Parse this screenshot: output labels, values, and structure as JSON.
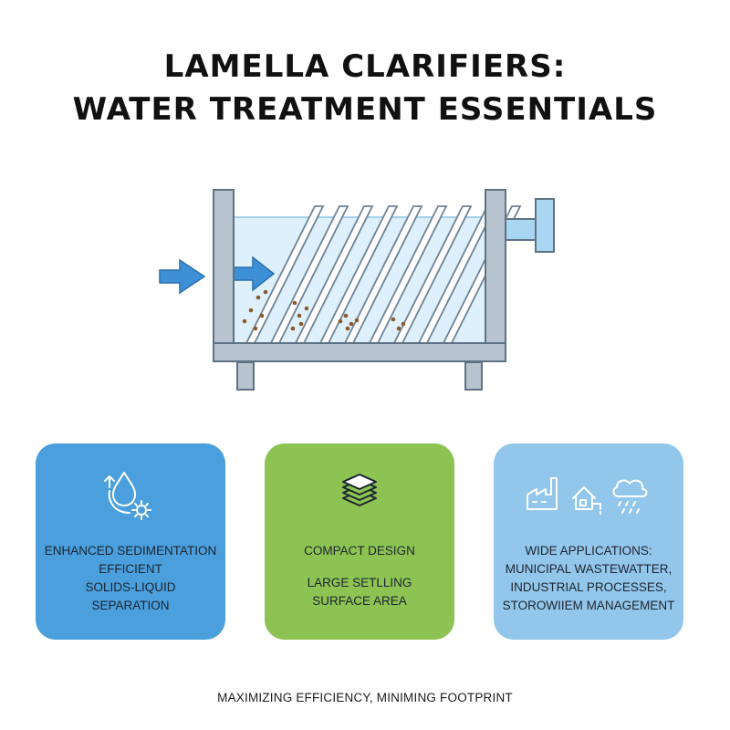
{
  "title": {
    "line1": "LAMELLA CLARIFIERS:",
    "line2": "WATER TREATMENT ESSENTIALS"
  },
  "diagram": {
    "icons": [
      "inlet-arrow-icon",
      "flow-arrow-icon",
      "inclined-plates",
      "outlet-pipe-icon",
      "settled-particles"
    ],
    "colors": {
      "tank_outline": "#8a9fb3",
      "tank_wall": "#b7c4cf",
      "water": "#ddf0fb",
      "arrow": "#3d8fd6",
      "plate": "#ffffff",
      "particle": "#8b5a2b"
    }
  },
  "cards": [
    {
      "icon": "water-drop-gear-icon",
      "color": "#4a9fdc",
      "lines": [
        "ENHANCED SEDIMENTATION",
        "EFFICIENT",
        "SOLIDS-LIQUID",
        "SEPARATION"
      ]
    },
    {
      "icon": "stacked-layers-icon",
      "color": "#8cc352",
      "lines_top": [
        "COMPACT DESIGN"
      ],
      "lines_bottom": [
        "LARGE SETLLING",
        "SURFACE AREA"
      ]
    },
    {
      "icon": "factory-house-cloud-icon",
      "color": "#92c6ea",
      "lines": [
        "WIDE APPLICATIONS:",
        "MUNICIPAL WASTEWATTER,",
        "INDUSTRIAL PROCESSES,",
        "STOROWIIEM MANAGEMENT"
      ]
    }
  ],
  "tagline": "MAXIMIZING EFFICIENCY, MINIMING FOOTPRINT"
}
